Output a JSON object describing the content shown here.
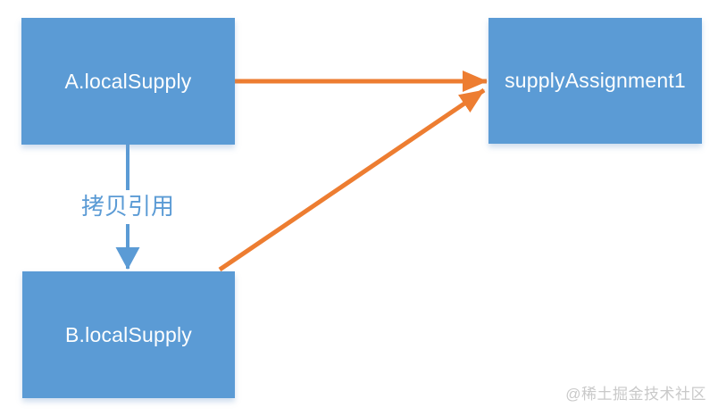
{
  "colors": {
    "background": "#ffffff",
    "node_fill": "#5b9bd5",
    "node_text": "#fdfefe",
    "edge_orange": "#ed7d31",
    "edge_blue": "#5b9bd5",
    "watermark_gray": "#c9c9c9"
  },
  "nodes": {
    "a": {
      "label": "A.localSupply"
    },
    "assignment": {
      "label": "supplyAssignment1"
    },
    "b": {
      "label": "B.localSupply"
    }
  },
  "edges": {
    "a_to_assignment": {
      "from": "A.localSupply",
      "to": "supplyAssignment1",
      "color": "#ed7d31",
      "style": "solid-arrow"
    },
    "a_to_b": {
      "from": "A.localSupply",
      "to": "B.localSupply",
      "label": "拷贝引用",
      "color": "#5b9bd5",
      "style": "solid-arrow"
    },
    "b_to_assignment": {
      "from": "B.localSupply",
      "to": "supplyAssignment1",
      "color": "#ed7d31",
      "style": "solid-arrow"
    }
  },
  "watermark": "@稀土掘金技术社区"
}
